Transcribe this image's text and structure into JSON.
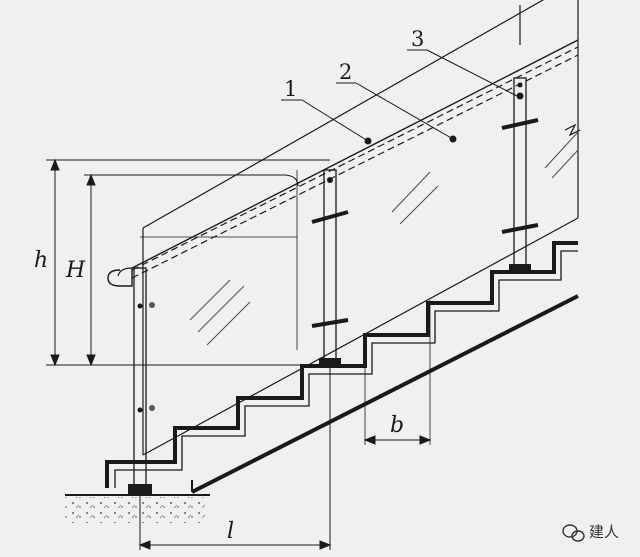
{
  "callouts": {
    "c1": "1",
    "c2": "2",
    "c3": "3"
  },
  "dimensions": {
    "h": "h",
    "H": "H",
    "l": "l",
    "b": "b"
  },
  "watermark": {
    "text": "建人",
    "icon": "wechat-icon"
  },
  "colors": {
    "background": "#f1f0ee",
    "line": "#1a1a1a",
    "glass_hatch": "#555555"
  }
}
